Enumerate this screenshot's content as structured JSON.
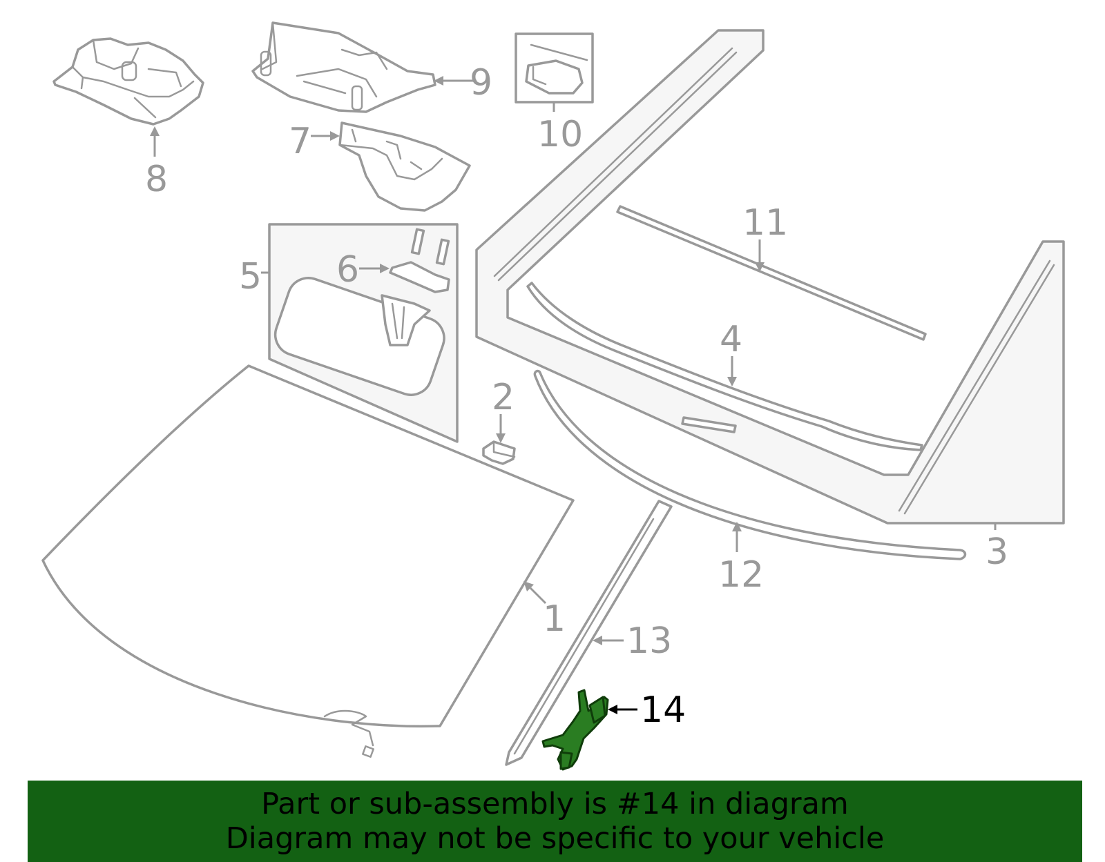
{
  "callouts": {
    "p1": "1",
    "p2": "2",
    "p3": "3",
    "p4": "4",
    "p5": "5",
    "p6": "6",
    "p7": "7",
    "p8": "8",
    "p9": "9",
    "p10": "10",
    "p11": "11",
    "p12": "12",
    "p13": "13",
    "p14": "14"
  },
  "highlighted_part": "14",
  "colors": {
    "part_outline": "#999999",
    "highlight_fill": "#2a7d22",
    "banner_background": "#136113",
    "banner_text": "#000000"
  },
  "banner": {
    "line1": "Part or sub-assembly is #14 in diagram",
    "line2": "Diagram may not be specific to your vehicle"
  }
}
